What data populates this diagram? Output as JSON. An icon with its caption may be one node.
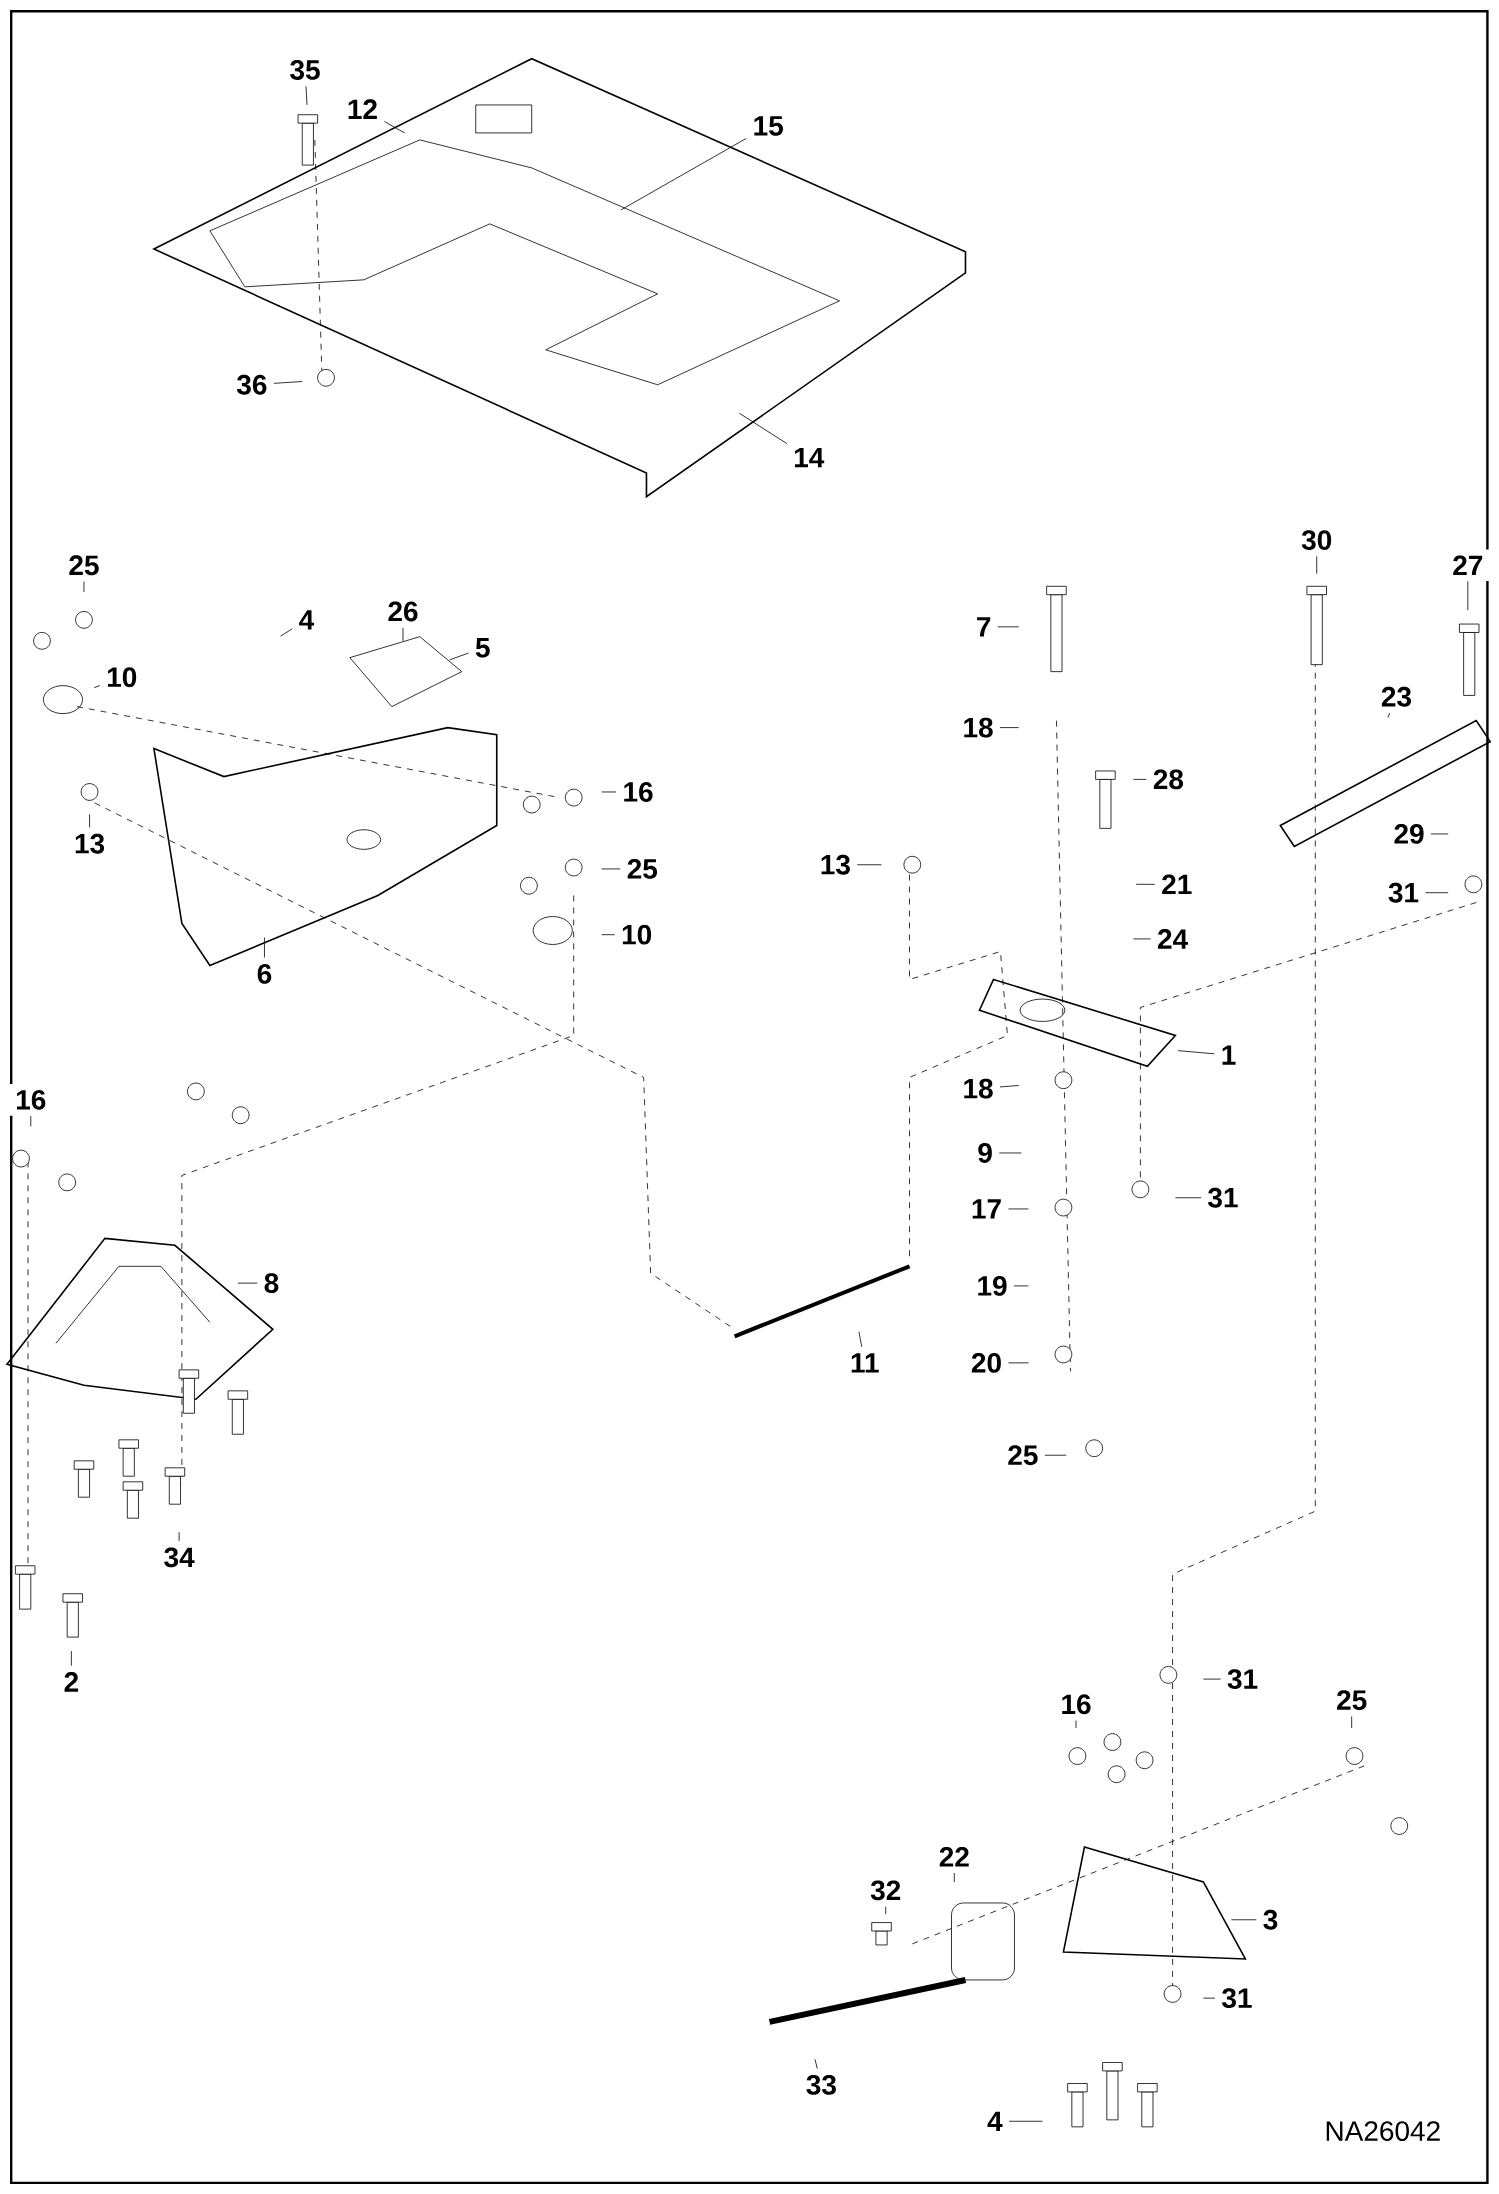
{
  "diagram": {
    "nodes": [
      {
        "text": [
          "35"
        ]
      },
      {
        "text": [
          "12"
        ]
      },
      {
        "text": [
          "15"
        ]
      },
      {
        "text": [
          "14"
        ]
      },
      {
        "text": [
          "36"
        ]
      },
      {
        "text": [
          "25"
        ]
      },
      {
        "text": [
          "4"
        ]
      },
      {
        "text": [
          "26"
        ]
      },
      {
        "text": [
          "5"
        ]
      },
      {
        "text": [
          "10"
        ]
      },
      {
        "text": [
          "16"
        ]
      },
      {
        "text": [
          "13"
        ]
      },
      {
        "text": [
          "25"
        ]
      },
      {
        "text": [
          "10"
        ]
      },
      {
        "text": [
          "6"
        ]
      },
      {
        "text": [
          "16"
        ]
      },
      {
        "text": [
          "8"
        ]
      },
      {
        "text": [
          "34"
        ]
      },
      {
        "text": [
          "2"
        ]
      },
      {
        "text": [
          "7"
        ]
      },
      {
        "text": [
          "30"
        ]
      },
      {
        "text": [
          "27"
        ]
      },
      {
        "text": [
          "23"
        ]
      },
      {
        "text": [
          "18"
        ]
      },
      {
        "text": [
          "28"
        ]
      },
      {
        "text": [
          "29"
        ]
      },
      {
        "text": [
          "13"
        ]
      },
      {
        "text": [
          "21"
        ]
      },
      {
        "text": [
          "31"
        ]
      },
      {
        "text": [
          "24"
        ]
      },
      {
        "text": [
          "1"
        ]
      },
      {
        "text": [
          "18"
        ]
      },
      {
        "text": [
          "9"
        ]
      },
      {
        "text": [
          "31"
        ]
      },
      {
        "text": [
          "17"
        ]
      },
      {
        "text": [
          "19"
        ]
      },
      {
        "text": [
          "11"
        ]
      },
      {
        "text": [
          "20"
        ]
      },
      {
        "text": [
          "25"
        ]
      },
      {
        "text": [
          "31"
        ]
      },
      {
        "text": [
          "16"
        ]
      },
      {
        "text": [
          "25"
        ]
      },
      {
        "text": [
          "32"
        ]
      },
      {
        "text": [
          "22"
        ]
      },
      {
        "text": [
          "3"
        ]
      },
      {
        "text": [
          "33"
        ]
      },
      {
        "text": [
          "31"
        ]
      },
      {
        "text": [
          "4"
        ]
      }
    ],
    "edges": [
      {
        "from": 0,
        "to": null,
        "arrow": "none"
      },
      {
        "from": 1,
        "to": null,
        "arrow": "none"
      },
      {
        "from": 2,
        "to": null,
        "arrow": "none"
      },
      {
        "from": 3,
        "to": null,
        "arrow": "none"
      },
      {
        "from": 4,
        "to": null,
        "arrow": "none"
      },
      {
        "from": 5,
        "to": null,
        "arrow": "none"
      },
      {
        "from": 6,
        "to": null,
        "arrow": "none"
      },
      {
        "from": 7,
        "to": null,
        "arrow": "none"
      },
      {
        "from": 8,
        "to": null,
        "arrow": "none"
      },
      {
        "from": 9,
        "to": null,
        "arrow": "none"
      },
      {
        "from": 10,
        "to": null,
        "arrow": "none"
      },
      {
        "from": 11,
        "to": null,
        "arrow": "none"
      },
      {
        "from": 12,
        "to": null,
        "arrow": "none"
      },
      {
        "from": 13,
        "to": null,
        "arrow": "none"
      },
      {
        "from": 14,
        "to": null,
        "arrow": "none"
      },
      {
        "from": 15,
        "to": null,
        "arrow": "none"
      },
      {
        "from": 16,
        "to": null,
        "arrow": "none"
      },
      {
        "from": 17,
        "to": null,
        "arrow": "none"
      },
      {
        "from": 18,
        "to": null,
        "arrow": "none"
      },
      {
        "from": 19,
        "to": null,
        "arrow": "none"
      },
      {
        "from": 20,
        "to": null,
        "arrow": "none"
      },
      {
        "from": 21,
        "to": null,
        "arrow": "none"
      },
      {
        "from": 22,
        "to": null,
        "arrow": "none"
      },
      {
        "from": 23,
        "to": null,
        "arrow": "none"
      },
      {
        "from": 24,
        "to": null,
        "arrow": "none"
      },
      {
        "from": 25,
        "to": null,
        "arrow": "none"
      },
      {
        "from": 26,
        "to": null,
        "arrow": "none"
      },
      {
        "from": 27,
        "to": null,
        "arrow": "none"
      },
      {
        "from": 28,
        "to": null,
        "arrow": "none"
      },
      {
        "from": 29,
        "to": null,
        "arrow": "none"
      },
      {
        "from": 30,
        "to": null,
        "arrow": "none"
      },
      {
        "from": 31,
        "to": null,
        "arrow": "none"
      },
      {
        "from": 32,
        "to": null,
        "arrow": "none"
      },
      {
        "from": 33,
        "to": null,
        "arrow": "none"
      },
      {
        "from": 34,
        "to": null,
        "arrow": "none"
      },
      {
        "from": 35,
        "to": null,
        "arrow": "none"
      },
      {
        "from": 36,
        "to": null,
        "arrow": "none"
      },
      {
        "from": 37,
        "to": null,
        "arrow": "none"
      },
      {
        "from": 38,
        "to": null,
        "arrow": "none"
      },
      {
        "from": 39,
        "to": null,
        "arrow": "none"
      },
      {
        "from": 40,
        "to": null,
        "arrow": "none"
      },
      {
        "from": 41,
        "to": null,
        "arrow": "none"
      },
      {
        "from": 42,
        "to": null,
        "arrow": "none"
      },
      {
        "from": 43,
        "to": null,
        "arrow": "none"
      },
      {
        "from": 44,
        "to": null,
        "arrow": "none"
      },
      {
        "from": 45,
        "to": null,
        "arrow": "none"
      },
      {
        "from": 46,
        "to": null,
        "arrow": "none"
      },
      {
        "from": 47,
        "to": null,
        "arrow": "none"
      }
    ],
    "labels": [
      "NA26042"
    ]
  }
}
